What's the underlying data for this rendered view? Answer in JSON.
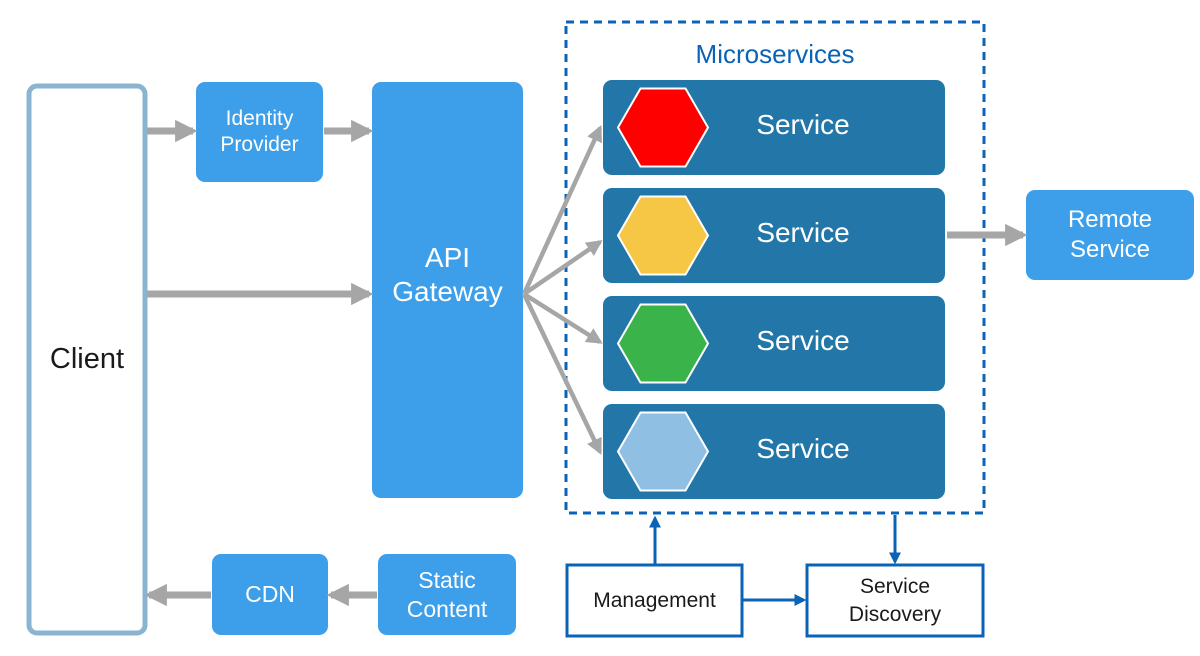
{
  "colors": {
    "box_blue": "#3d9fea",
    "service_dark": "#2277a8",
    "client_border": "#8ab4d0",
    "arrow_gray": "#a6a6a6",
    "outline_blue": "#0b63b5",
    "hex_red": "#ff0000",
    "hex_yellow": "#f6c744",
    "hex_green": "#3ab34a",
    "hex_lightblue": "#8fbfe3"
  },
  "client": {
    "label": "Client"
  },
  "identity_provider": {
    "label": "Identity\nProvider"
  },
  "api_gateway": {
    "label": "API\nGateway"
  },
  "microservices": {
    "title": "Microservices",
    "services": [
      {
        "label": "Service",
        "hex_color": "#ff0000"
      },
      {
        "label": "Service",
        "hex_color": "#f6c744"
      },
      {
        "label": "Service",
        "hex_color": "#3ab34a"
      },
      {
        "label": "Service",
        "hex_color": "#8fbfe3"
      }
    ]
  },
  "remote_service": {
    "label": "Remote\nService"
  },
  "cdn": {
    "label": "CDN"
  },
  "static_content": {
    "label": "Static\nContent"
  },
  "management": {
    "label": "Management"
  },
  "service_discovery": {
    "label": "Service\nDiscovery"
  }
}
